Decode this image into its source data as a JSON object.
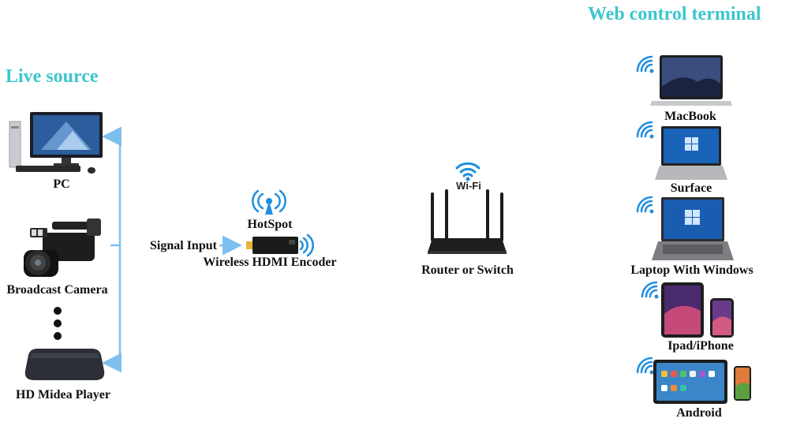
{
  "headings": {
    "live_source": "Live source",
    "web_control": "Web control terminal"
  },
  "sources": [
    {
      "label": "PC"
    },
    {
      "label": "Broadcast Camera"
    },
    {
      "label": "HD Midea Player"
    }
  ],
  "encoder": {
    "hotspot_label": "HotSpot",
    "signal_input_label": "Signal Input",
    "label": "Wireless HDMI Encoder"
  },
  "router": {
    "wifi_text": "Wi-Fi",
    "label": "Router or Switch"
  },
  "terminals": [
    {
      "label": "MacBook"
    },
    {
      "label": "Surface"
    },
    {
      "label": "Laptop With Windows"
    },
    {
      "label": "Ipad/iPhone"
    },
    {
      "label": "Android"
    }
  ],
  "colors": {
    "heading": "#3dc6cf",
    "connector": "#7fbfee",
    "wifi": "#1e8fe0"
  }
}
